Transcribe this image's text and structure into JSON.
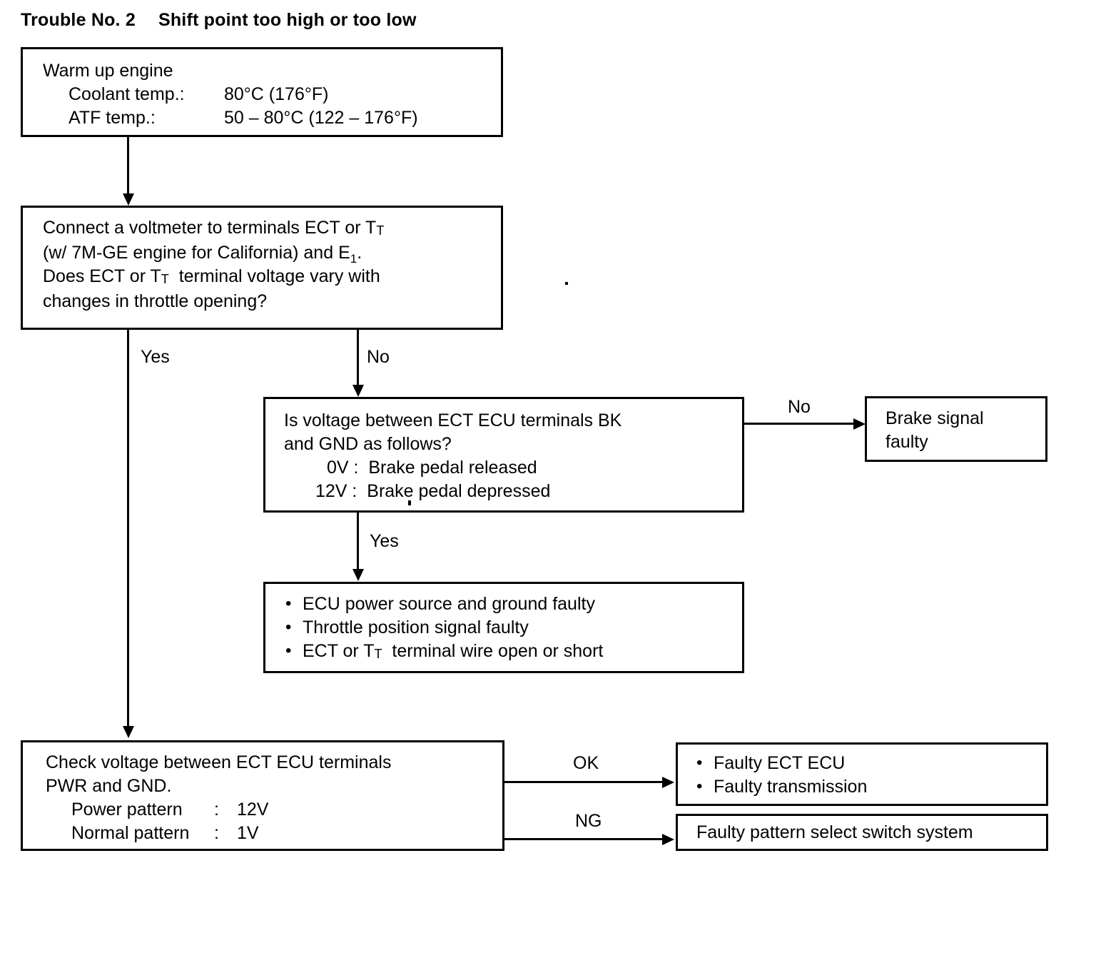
{
  "diagram": {
    "title_prefix": "Trouble No. 2",
    "title_text": "Shift point too high or too low",
    "nodes": {
      "warm_up": {
        "line1": "Warm up engine",
        "line2_label": "Coolant temp.:",
        "line2_value": "80°C (176°F)",
        "line3_label": "ATF temp.:",
        "line3_value": "50 – 80°C (122 – 176°F)"
      },
      "connect_voltmeter": {
        "line1_a": "Connect a voltmeter to terminals ECT or T",
        "line1_b": "T",
        "line2_a": "(w/ 7M-GE engine for California) and E",
        "line2_sub": "1",
        "line2_b": ".",
        "line3_a": "Does ECT or T",
        "line3_b": "T",
        "line3_c": "  terminal voltage vary with",
        "line4": "changes in throttle opening?"
      },
      "voltage_bk_gnd": {
        "line1": "Is voltage between ECT ECU terminals BK",
        "line2": "and GND as follows?",
        "line3": "0V :  Brake pedal released",
        "line4": "12V :  Brake pedal depressed"
      },
      "brake_signal_faulty": {
        "line1": "Brake signal",
        "line2": "faulty"
      },
      "faults_list": {
        "bullet1": "ECU power source and ground faulty",
        "bullet2": "Throttle position signal faulty",
        "bullet3_a": "ECT or T",
        "bullet3_b": "T",
        "bullet3_c": "  terminal wire open or short"
      },
      "check_pwr_gnd": {
        "line1": "Check voltage between ECT ECU terminals",
        "line2": "PWR and GND.",
        "line3_label": "Power pattern",
        "line3_sep": ":",
        "line3_value": "12V",
        "line4_label": "Normal pattern",
        "line4_sep": ":",
        "line4_value": "1V"
      },
      "faulty_ecu_trans": {
        "bullet1": "Faulty ECT ECU",
        "bullet2": "Faulty transmission"
      },
      "faulty_pattern_switch": {
        "line1": "Faulty pattern select switch system"
      }
    },
    "edge_labels": {
      "yes_left": "Yes",
      "no_down": "No",
      "no_right": "No",
      "yes_mid": "Yes",
      "ok": "OK",
      "ng": "NG"
    },
    "colors": {
      "stroke": "#000000",
      "background": "#ffffff"
    }
  }
}
